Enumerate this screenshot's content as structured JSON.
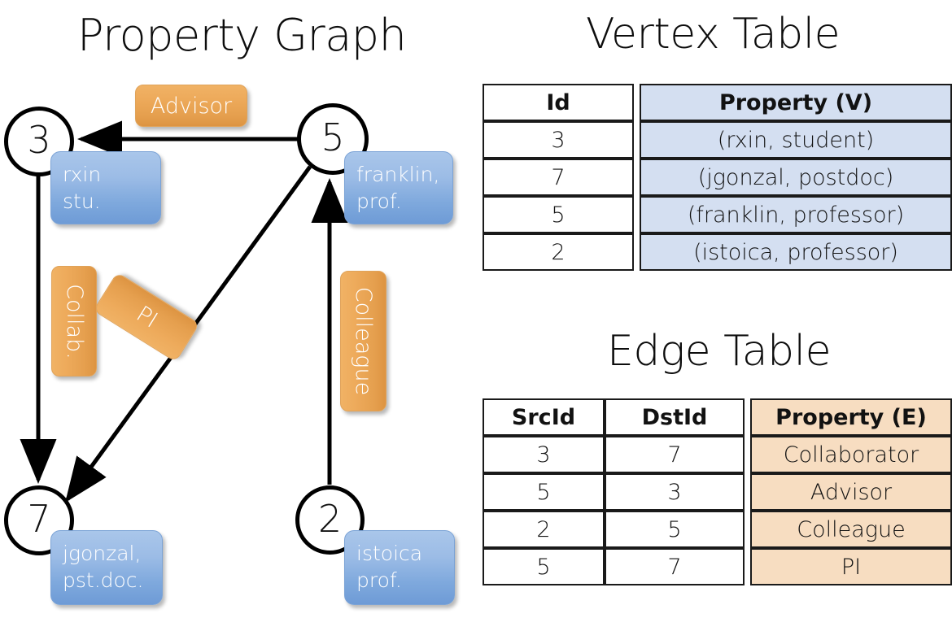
{
  "titles": {
    "property_graph": "Property Graph",
    "vertex_table": "Vertex Table",
    "edge_table": "Edge Table"
  },
  "graph": {
    "nodes": [
      {
        "id": "3",
        "label_line1": "rxin",
        "label_line2": "stu."
      },
      {
        "id": "5",
        "label_line1": "franklin,",
        "label_line2": "prof."
      },
      {
        "id": "7",
        "label_line1": "jgonzal,",
        "label_line2": "pst.doc."
      },
      {
        "id": "2",
        "label_line1": "istoica",
        "label_line2": "prof."
      }
    ],
    "node_boxes": {
      "rxin": "rxin\nstu.",
      "franklin": "franklin,\nprof.",
      "jgonzal": "jgonzal,\npst.doc.",
      "istoica": "istoica\nprof."
    },
    "edge_labels": {
      "advisor": "Advisor",
      "collab": "Collab.",
      "pi": "PI",
      "colleague": "Colleague"
    },
    "edges": [
      {
        "from": "5",
        "to": "3",
        "label": "Advisor"
      },
      {
        "from": "3",
        "to": "7",
        "label": "Collab."
      },
      {
        "from": "5",
        "to": "7",
        "label": "PI"
      },
      {
        "from": "2",
        "to": "5",
        "label": "Colleague"
      }
    ]
  },
  "vertex_table": {
    "headers": [
      "Id",
      "Property (V)"
    ],
    "rows": [
      [
        "3",
        "(rxin, student)"
      ],
      [
        "7",
        "(jgonzal, postdoc)"
      ],
      [
        "5",
        "(franklin, professor)"
      ],
      [
        "2",
        "(istoica, professor)"
      ]
    ]
  },
  "edge_table": {
    "headers": [
      "SrcId",
      "DstId",
      "Property (E)"
    ],
    "rows": [
      [
        "3",
        "7",
        "Collaborator"
      ],
      [
        "5",
        "3",
        "Advisor"
      ],
      [
        "2",
        "5",
        "Colleague"
      ],
      [
        "5",
        "7",
        "PI"
      ]
    ]
  },
  "colors": {
    "vertex_property_bg": "#d4dff1",
    "edge_property_bg": "#f7ddc1",
    "node_box_blue": "#7fa9dd",
    "edge_badge_orange": "#e59f4e",
    "stroke": "#000000"
  }
}
